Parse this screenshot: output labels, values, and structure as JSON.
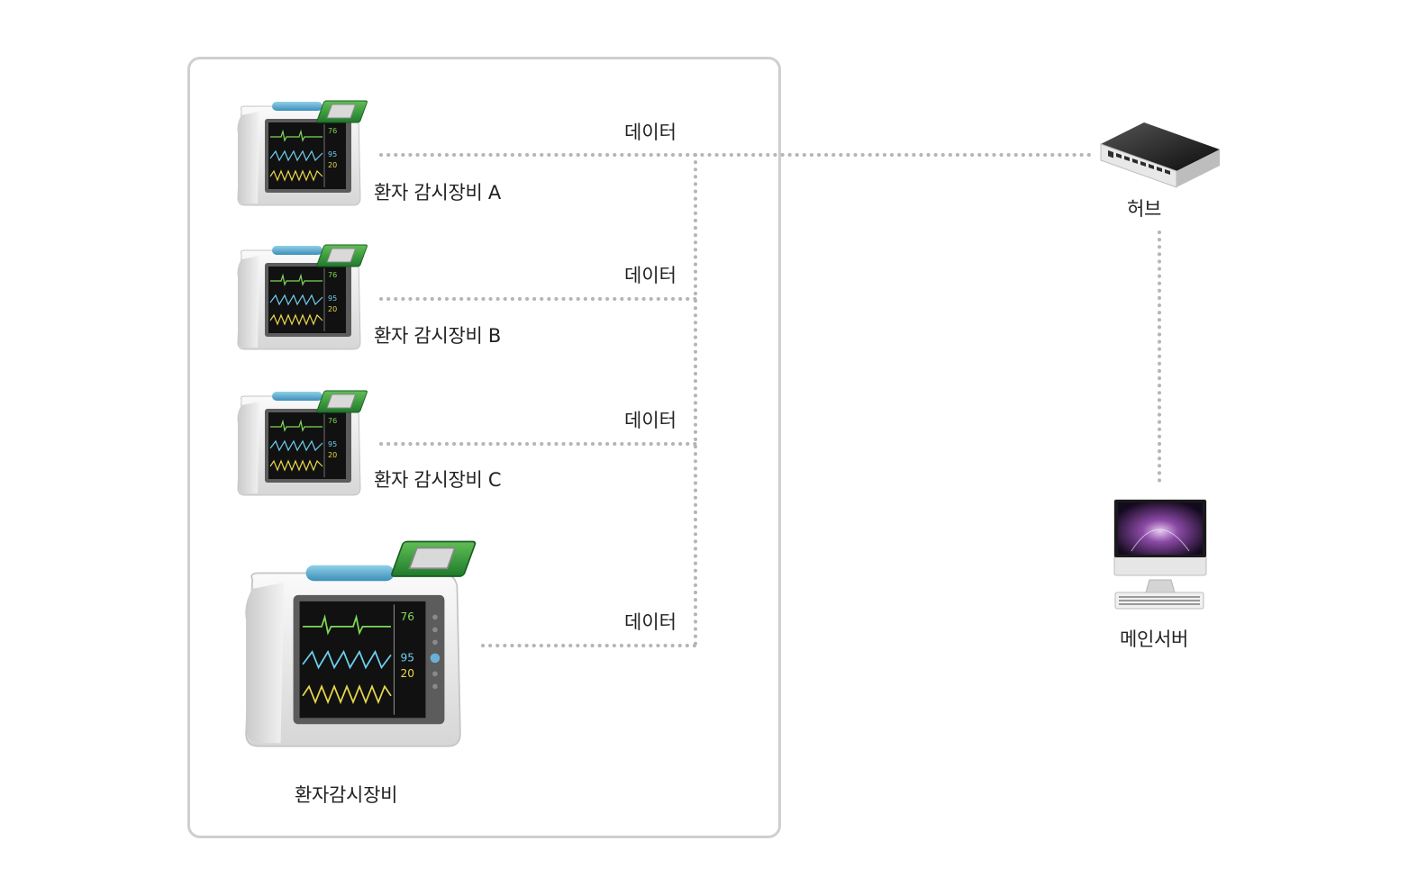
{
  "devices": [
    {
      "name": "환자 감시장비 A",
      "data_label": "데이터"
    },
    {
      "name": "환자 감시장비 B",
      "data_label": "데이터"
    },
    {
      "name": "환자 감시장비 C",
      "data_label": "데이터"
    },
    {
      "name": "환자감시장비",
      "data_label": "데이터"
    }
  ],
  "monitor_readouts": {
    "hr": "76",
    "spo2": "95",
    "resp": "20"
  },
  "hub": {
    "label": "허브"
  },
  "server": {
    "label": "메인서버"
  },
  "colors": {
    "border": "#cfcfcf",
    "link": "#b5b5b5",
    "chip": "#2e8b3a"
  }
}
